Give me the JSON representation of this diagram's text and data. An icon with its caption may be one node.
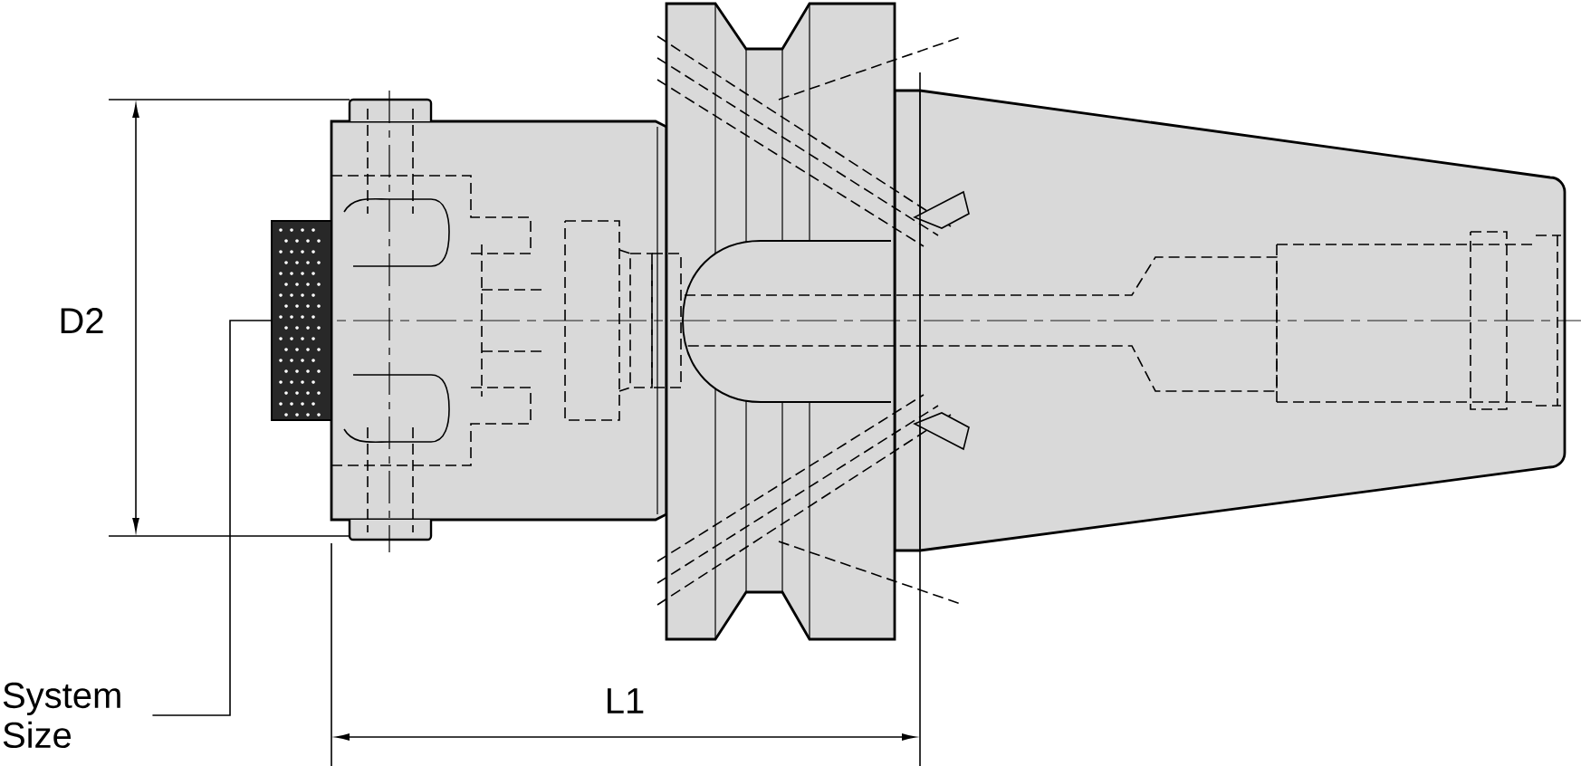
{
  "diagram": {
    "nodes": [
      {
        "text": [
          "System Size"
        ]
      },
      {
        "text": [],
        "shape": "box"
      }
    ],
    "edges": [
      {
        "from": 0,
        "to": 1,
        "arrow": "none"
      }
    ],
    "labels": [
      "D2",
      "L1"
    ]
  }
}
